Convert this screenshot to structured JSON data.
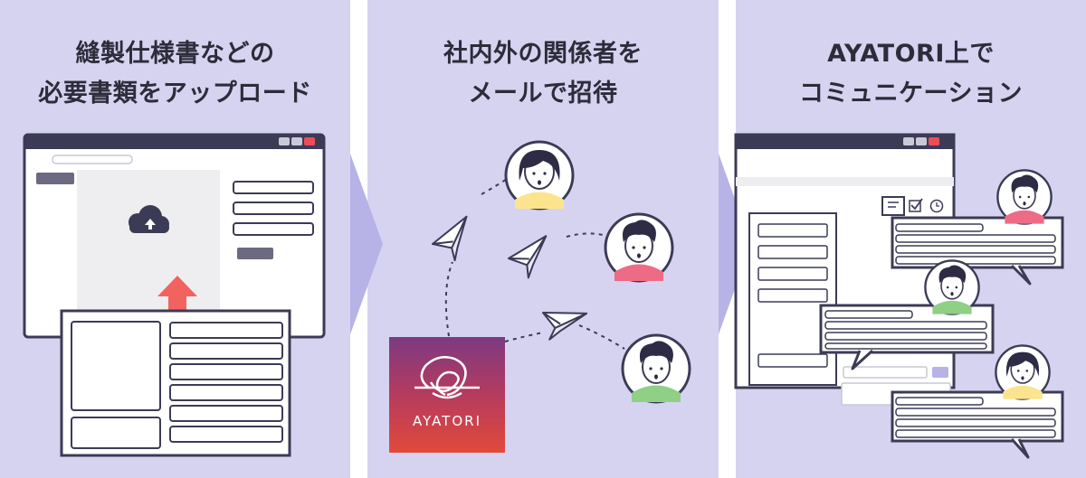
{
  "steps": [
    {
      "title_line1": "縫製仕様書などの",
      "title_line2": "必要書類をアップロード"
    },
    {
      "title_line1": "社内外の関係者を",
      "title_line2": "メールで招待"
    },
    {
      "title_line1": "AYATORI上で",
      "title_line2": "コミュニケーション"
    }
  ],
  "logo": {
    "text": "AYATORI"
  },
  "colors": {
    "panel_bg": "#d6d3f1",
    "chevron": "#b8b3e6",
    "outline": "#3c3b56",
    "upload_arrow": "#f26360",
    "avatar_yellow": "#fbe48d",
    "avatar_pink": "#ee6b86",
    "avatar_green": "#8fcf86",
    "hair": "#2e2c44",
    "window_close": "#ee4d57"
  }
}
